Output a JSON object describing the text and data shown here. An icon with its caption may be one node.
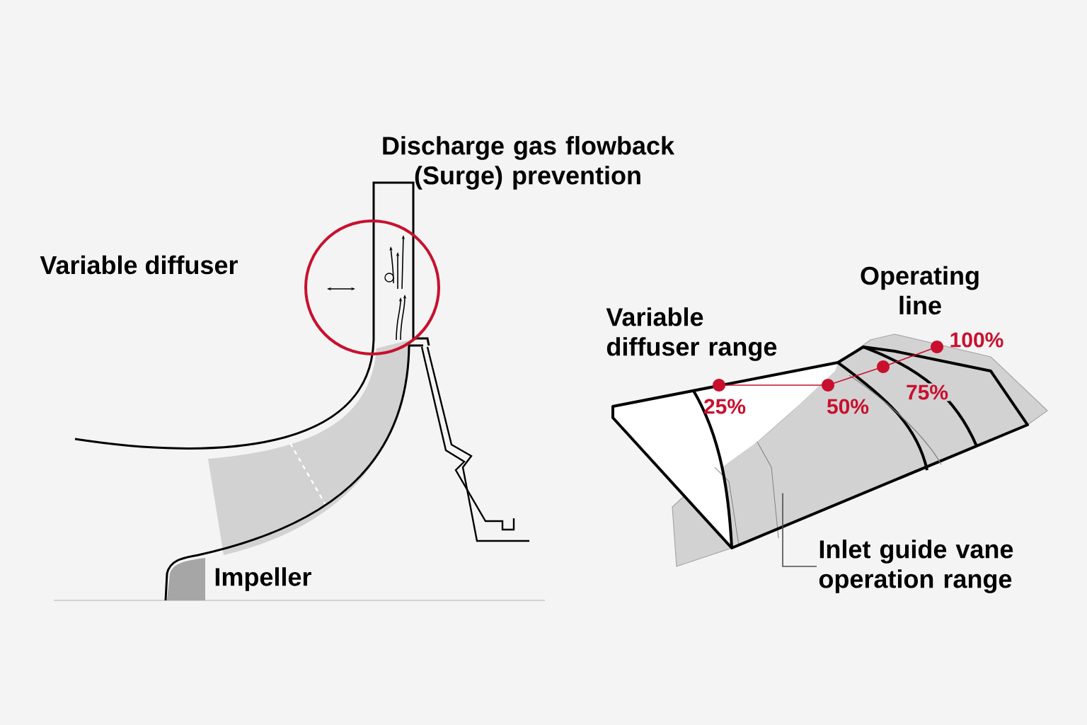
{
  "diagram": {
    "nodes": [
      {
        "text": [
          "Inlet guide vane operation range"
        ]
      },
      {
        "text": [],
        "shape": "picture"
      }
    ],
    "edges": [
      {
        "from": 0,
        "to": 1,
        "arrow": "none"
      }
    ],
    "labels": [
      "Discharge gas flowback (Surge) prevention",
      "Variable diffuser",
      "Impeller",
      "Variable diffuser range",
      "Operating line",
      "25%",
      "50%",
      "75%",
      "100%"
    ]
  }
}
